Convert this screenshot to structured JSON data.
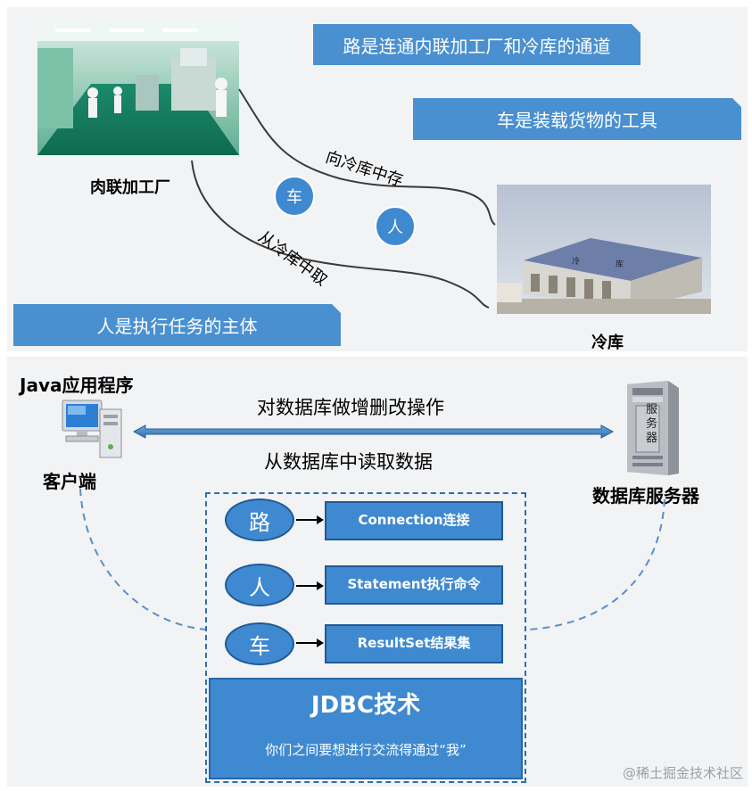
{
  "top": {
    "banner_road": "路是连通内联加工厂和冷库的通道",
    "banner_car": "车是装载货物的工具",
    "banner_person": "人是执行任务的主体",
    "label_factory": "肉联加工厂",
    "label_coldstore": "冷库",
    "path_store": "向冷库中存",
    "path_fetch": "从冷库中取",
    "circle_car": "车",
    "circle_person": "人",
    "warehouse_sign_1": "冷",
    "warehouse_sign_2": "库"
  },
  "bottom": {
    "client_title": "Java应用程序",
    "client_label": "客户端",
    "server_label": "数据库服务器",
    "server_text": "服\n务\n器",
    "arrow_top_text": "对数据库做增删改操作",
    "arrow_bottom_text": "从数据库中读取数据",
    "rows": [
      {
        "circle": "路",
        "box": "Connection连接"
      },
      {
        "circle": "人",
        "box": "Statement执行命令"
      },
      {
        "circle": "车",
        "box": "ResultSet结果集"
      }
    ],
    "jdbc_title": "JDBC技术",
    "jdbc_subtitle": "你们之间要想进行交流得通过“我”"
  },
  "watermark": "@稀土掘金技术社区",
  "colors": {
    "accent_blue": "#4a90d0",
    "dark_blue": "#1e5a96",
    "panel_bg": "#f2f3f5"
  }
}
